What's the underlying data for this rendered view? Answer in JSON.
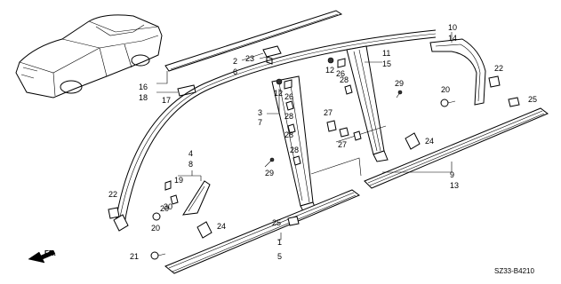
{
  "callouts": {
    "c1": "1",
    "c5": "5",
    "c2": "2",
    "c6": "6",
    "c3": "3",
    "c7": "7",
    "c4": "4",
    "c8": "8",
    "c9": "9",
    "c13": "13",
    "c10": "10",
    "c14": "14",
    "c11": "11",
    "c15": "15",
    "c16": "16",
    "c18": "18",
    "c17": "17",
    "c19": "19",
    "c20a": "20",
    "c20b": "20",
    "c20c": "20",
    "c21": "21",
    "c22a": "22",
    "c22b": "22",
    "c23": "23",
    "c24a": "24",
    "c24b": "24",
    "c25a": "25",
    "c25b": "25",
    "c26a": "26",
    "c26b": "26",
    "c27a": "27",
    "c27b": "27",
    "c28a": "28",
    "c28b": "28",
    "c28c": "28",
    "c28d": "28",
    "c29a": "29",
    "c29b": "29",
    "c30": "30",
    "c12a": "12",
    "c12b": "12"
  },
  "direction_label": "FR.",
  "diagram_code": "SZ33-B4210"
}
